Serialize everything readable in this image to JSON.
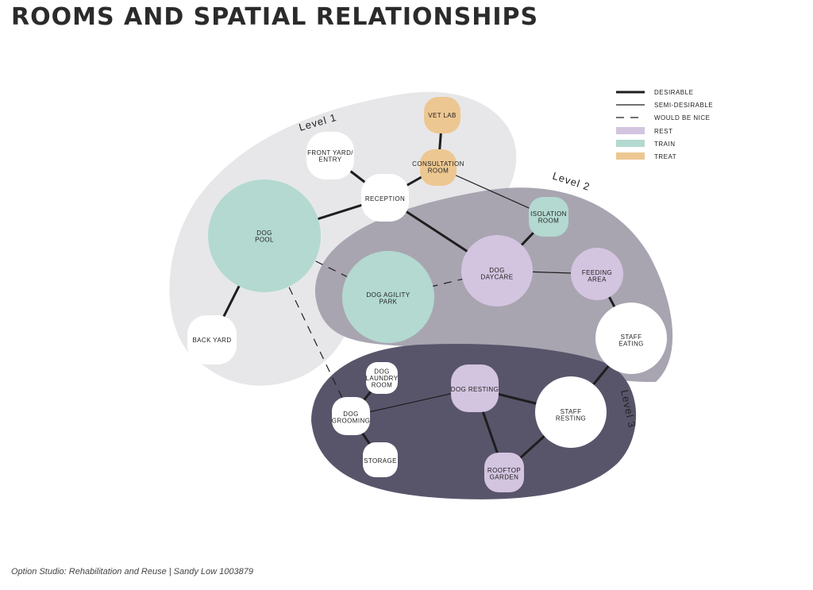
{
  "title": "ROOMS AND SPATIAL RELATIONSHIPS",
  "footer": "Option Studio: Rehabilitation and Reuse | Sandy Low 1003879",
  "colors": {
    "rest": "#d3c4e0",
    "train": "#b3d9d0",
    "treat": "#edc791",
    "plain": "#ffffff",
    "level1": "#e7e7e9",
    "level2": "#a8a5b1",
    "level3": "#58556b",
    "line": "#1e1e1e"
  },
  "levels": [
    {
      "id": "level1",
      "label": "Level 1"
    },
    {
      "id": "level2",
      "label": "Level 2"
    },
    {
      "id": "level3",
      "label": "Level 3"
    }
  ],
  "legend": {
    "desirable": "DESIRABLE",
    "semi_desirable": "SEMI-DESIRABLE",
    "would_be_nice": "WOULD BE NICE",
    "rest": "REST",
    "train": "TRAIN",
    "treat": "TREAT"
  },
  "nodes": {
    "vet_lab": {
      "lines": [
        "VET LAB"
      ],
      "category": "treat"
    },
    "consultation_room": {
      "lines": [
        "CONSULTATION",
        "ROOM"
      ],
      "category": "treat"
    },
    "front_yard": {
      "lines": [
        "FRONT YARD/",
        "ENTRY"
      ],
      "category": "plain"
    },
    "reception": {
      "lines": [
        "RECEPTION"
      ],
      "category": "plain"
    },
    "dog_pool": {
      "lines": [
        "DOG",
        "POOL"
      ],
      "category": "train"
    },
    "back_yard": {
      "lines": [
        "BACK YARD"
      ],
      "category": "plain"
    },
    "isolation_room": {
      "lines": [
        "ISOLATION",
        "ROOM"
      ],
      "category": "train"
    },
    "dog_daycare": {
      "lines": [
        "DOG",
        "DAYCARE"
      ],
      "category": "rest"
    },
    "feeding_area": {
      "lines": [
        "FEEDING",
        "AREA"
      ],
      "category": "rest"
    },
    "dog_agility_park": {
      "lines": [
        "DOG AGILITY",
        "PARK"
      ],
      "category": "train"
    },
    "staff_eating": {
      "lines": [
        "STAFF",
        "EATING"
      ],
      "category": "plain"
    },
    "dog_laundry_room": {
      "lines": [
        "DOG",
        "LAUNDRY",
        "ROOM"
      ],
      "category": "plain"
    },
    "dog_resting": {
      "lines": [
        "DOG RESTING"
      ],
      "category": "rest"
    },
    "dog_grooming": {
      "lines": [
        "DOG",
        "GROOMING"
      ],
      "category": "plain"
    },
    "staff_resting": {
      "lines": [
        "STAFF",
        "RESTING"
      ],
      "category": "plain"
    },
    "storage": {
      "lines": [
        "STORAGE"
      ],
      "category": "plain"
    },
    "rooftop_garden": {
      "lines": [
        "ROOFTOP",
        "GARDEN"
      ],
      "category": "rest"
    }
  },
  "connections": [
    {
      "from": "vet_lab",
      "to": "consultation_room",
      "type": "desirable"
    },
    {
      "from": "front_yard",
      "to": "reception",
      "type": "desirable"
    },
    {
      "from": "consultation_room",
      "to": "reception",
      "type": "desirable"
    },
    {
      "from": "reception",
      "to": "dog_pool",
      "type": "desirable"
    },
    {
      "from": "reception",
      "to": "dog_daycare",
      "type": "desirable"
    },
    {
      "from": "dog_pool",
      "to": "back_yard",
      "type": "desirable"
    },
    {
      "from": "consultation_room",
      "to": "isolation_room",
      "type": "semi_desirable"
    },
    {
      "from": "isolation_room",
      "to": "dog_daycare",
      "type": "desirable"
    },
    {
      "from": "dog_daycare",
      "to": "feeding_area",
      "type": "semi_desirable"
    },
    {
      "from": "dog_pool",
      "to": "dog_agility_park",
      "type": "would_be_nice"
    },
    {
      "from": "dog_agility_park",
      "to": "dog_daycare",
      "type": "would_be_nice"
    },
    {
      "from": "dog_pool",
      "to": "dog_grooming",
      "type": "would_be_nice"
    },
    {
      "from": "feeding_area",
      "to": "staff_eating",
      "type": "desirable"
    },
    {
      "from": "staff_eating",
      "to": "staff_resting",
      "type": "desirable"
    },
    {
      "from": "dog_laundry_room",
      "to": "dog_grooming",
      "type": "desirable"
    },
    {
      "from": "dog_grooming",
      "to": "dog_resting",
      "type": "semi_desirable"
    },
    {
      "from": "dog_grooming",
      "to": "storage",
      "type": "desirable"
    },
    {
      "from": "dog_resting",
      "to": "staff_resting",
      "type": "desirable"
    },
    {
      "from": "dog_resting",
      "to": "rooftop_garden",
      "type": "desirable"
    },
    {
      "from": "staff_resting",
      "to": "rooftop_garden",
      "type": "desirable"
    }
  ]
}
